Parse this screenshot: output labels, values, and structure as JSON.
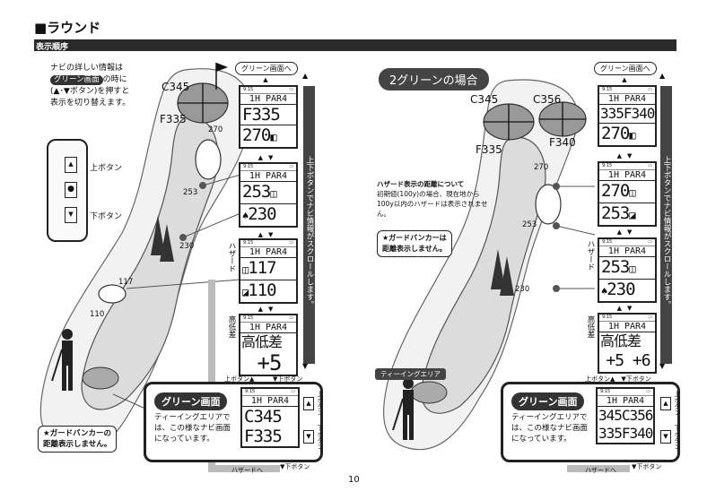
{
  "header": {
    "title": "■ラウンド",
    "section": "表示順序"
  },
  "left": {
    "intro": {
      "line1": "ナビの詳しい情報は",
      "pill": "グリーン画面",
      "line2": "の時に",
      "line3": "(▲･▼ボタン)を押すと",
      "line4": "表示を切り替えます。"
    },
    "device": {
      "up_label": "上ボタン",
      "down_label": "下ボタン"
    },
    "top_pill": "グリーン画面へ",
    "course": {
      "c_label": "C345",
      "f_label": "F335",
      "d270": "270",
      "d253": "253",
      "d230": "230",
      "d117": "117",
      "d110": "110"
    },
    "screens": {
      "s1": {
        "status": "9:15",
        "hole": "1H PAR4",
        "row1": "F335",
        "row2": "270"
      },
      "s2": {
        "hole": "1H PAR4",
        "row1": "253",
        "row2": "230"
      },
      "s3": {
        "side": "ハザード",
        "hole": "1H PAR4",
        "row1": "117",
        "row2": "110"
      },
      "s4": {
        "side": "高低差",
        "hole": "1H PAR4",
        "row1": "高低差",
        "row2": "+5"
      }
    },
    "vbar": "上下ボタンでナビ情報がスクロールします。",
    "btn_up": "上ボタン▲",
    "btn_down": "▼下ボタン",
    "bottom_note": "★ガードバンカーの\n距離表示しません。",
    "green_panel": {
      "title": "グリーン画面",
      "desc": "ティーイングエリアでは、この様なナビ画面になっています。",
      "hole": "1H PAR4",
      "row1": "C345",
      "row2": "F335",
      "up": "上ボタン",
      "down": "下ボタン"
    },
    "hazard_btn": "ハザードへ",
    "down_btn": "▼下ボタン"
  },
  "right": {
    "badge": "2グリーンの場合",
    "top_pill": "グリーン画面へ",
    "course": {
      "c345": "C345",
      "c356": "C356",
      "f335": "F335",
      "f340": "F340",
      "d270": "270",
      "d253": "253",
      "d230": "230"
    },
    "hazard_note": {
      "title": "ハザード表示の距離について",
      "body": "初期値(100y)の場合、現在地から100y以内のハザードは表示されません。"
    },
    "bunker_note": "★ガードバンカーは\n距離表示しません。",
    "screens": {
      "s1": {
        "hole": "1H PAR4",
        "row1": "335F340",
        "row2": "270"
      },
      "s2": {
        "hole": "1H PAR4",
        "row1": "270",
        "row2": "253"
      },
      "s3": {
        "side": "ハザード",
        "hole": "1H PAR4",
        "row1": "253",
        "row2": "230"
      },
      "s4": {
        "side": "高低差",
        "hole": "1H PAR4",
        "row1": "高低差",
        "row2": "+5 +6"
      }
    },
    "vbar": "上下ボタンでナビ情報がスクロールします。",
    "btn_row": "上ボタン▲　▼下ボタン",
    "tee_label": "ティーイングエリア",
    "green_panel": {
      "title": "グリーン画面",
      "desc": "ティーイングエリアでは、この様なナビ画面になっています。",
      "hole": "1H PAR4",
      "row1": "345C356",
      "row2": "335F340",
      "up": "上ボタン",
      "down": "下ボタン"
    },
    "hazard_btn": "ハザードへ",
    "down_btn": "▼下ボタン"
  },
  "page_number": "10"
}
